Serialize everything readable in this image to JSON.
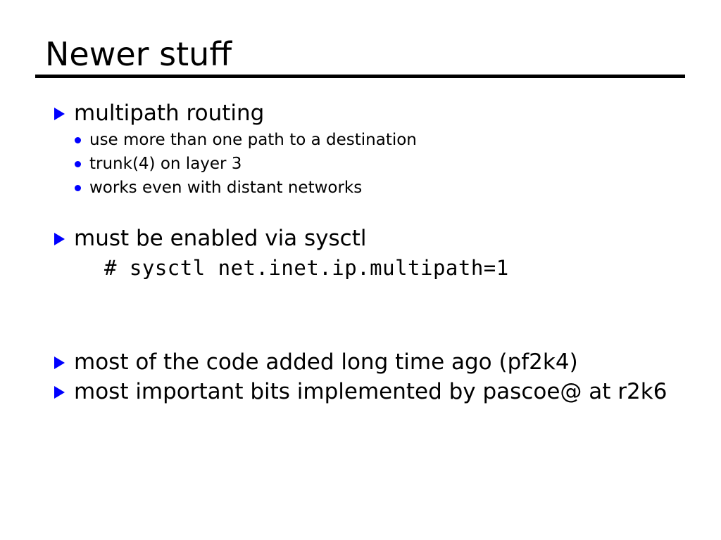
{
  "slide": {
    "title": "Newer stuff",
    "accent_color": "#0000ff",
    "text_color": "#000000",
    "background_color": "#ffffff",
    "bullets": [
      {
        "level": 1,
        "marker": "triangle-bullet-icon",
        "text": "multipath routing"
      },
      {
        "level": 2,
        "marker": "dot-bullet-icon",
        "text": "use more than one path to a destination"
      },
      {
        "level": 2,
        "marker": "dot-bullet-icon",
        "text": "trunk(4) on layer 3"
      },
      {
        "level": 2,
        "marker": "dot-bullet-icon",
        "text": "works even with distant networks"
      },
      {
        "level": 1,
        "marker": "triangle-bullet-icon",
        "text": "must be enabled via sysctl"
      },
      {
        "level": "code",
        "marker": "none",
        "text": "# sysctl net.inet.ip.multipath=1"
      },
      {
        "level": 1,
        "marker": "triangle-bullet-icon",
        "text": "most of the code added long time ago (pf2k4)"
      },
      {
        "level": 1,
        "marker": "triangle-bullet-icon",
        "text": "most important bits implemented by pascoe@ at r2k6"
      }
    ]
  }
}
